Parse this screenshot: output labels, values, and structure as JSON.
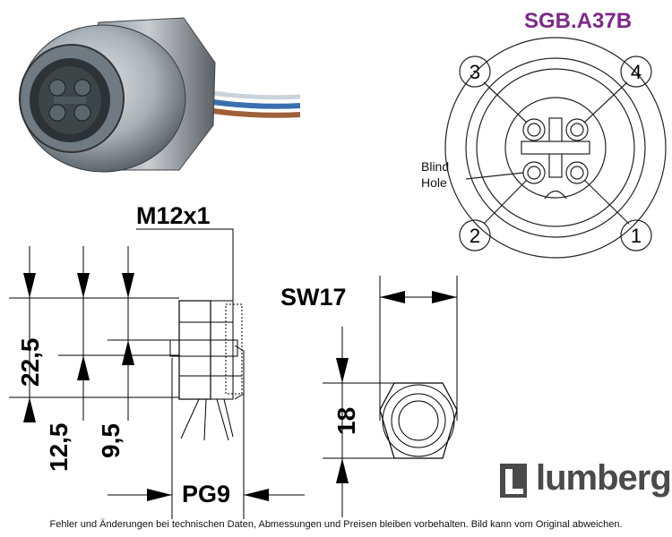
{
  "title": "SGB.A37B",
  "pinout": {
    "pins": [
      "1",
      "2",
      "3",
      "4"
    ],
    "blind_hole_label": [
      "Blind",
      "Hole"
    ]
  },
  "dimensions": {
    "thread": "M12x1",
    "wrench": "SW17",
    "gland": "PG9",
    "height_total": "22,5",
    "height_lower": "12,5",
    "height_inner": "9,5",
    "nut_across": "18"
  },
  "brand": "lumberg",
  "disclaimer": "Fehler und Änderungen bei technischen Daten, Abmessungen und Preisen bleiben vorbehalten. Bild kann vom Original abweichen.",
  "colors": {
    "title": "#7b2a86",
    "brand": "#4a4a4a",
    "metal": "#a9b2b8",
    "cable_blue": "#3a6fb0",
    "cable_brown": "#a0603a"
  }
}
